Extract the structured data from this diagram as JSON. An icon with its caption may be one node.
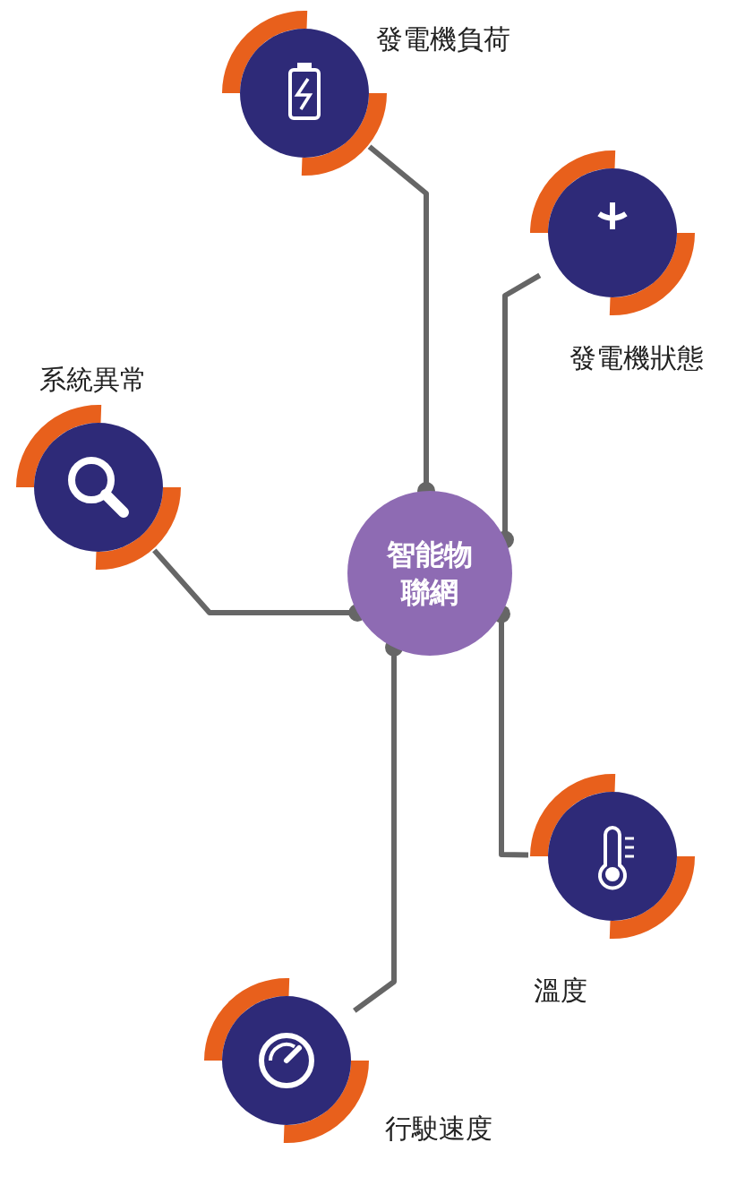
{
  "diagram": {
    "nodes": [
      {
        "text": [
          "發電機負荷"
        ]
      },
      {
        "text": [
          "發電機狀態"
        ]
      },
      {
        "text": [
          "系統異常"
        ]
      },
      {
        "text": [
          "智能物聯網"
        ]
      },
      {
        "text": [
          "溫度"
        ]
      },
      {
        "text": [
          "行駛速度"
        ]
      }
    ],
    "edges": [
      {
        "from": 0,
        "to": 3,
        "arrow": "other"
      },
      {
        "from": 1,
        "to": 3,
        "arrow": "other"
      },
      {
        "from": 2,
        "to": 3,
        "arrow": "other"
      },
      {
        "from": 4,
        "to": 3,
        "arrow": "other"
      },
      {
        "from": 5,
        "to": 3,
        "arrow": "other"
      }
    ]
  }
}
